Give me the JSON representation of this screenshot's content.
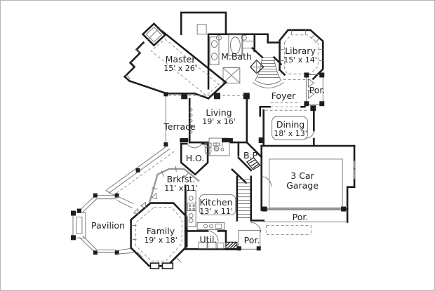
{
  "drawing": {
    "type": "house-floor-plan",
    "colors": {
      "background": "#ffffff",
      "frame_border": "#b5b5b5",
      "wall": "#1d1d1d",
      "secondary_wall": "#8f8f8f",
      "text": "#1f1f1f"
    }
  },
  "rooms": [
    {
      "id": "master",
      "line1": "Master",
      "line2": "15' x 26'"
    },
    {
      "id": "m-bath",
      "line1": "M.Bath",
      "line2": ""
    },
    {
      "id": "library",
      "line1": "Library",
      "line2": "15' x 14'"
    },
    {
      "id": "por-upper",
      "line1": "Por.",
      "line2": ""
    },
    {
      "id": "foyer",
      "line1": "Foyer",
      "line2": ""
    },
    {
      "id": "living",
      "line1": "Living",
      "line2": "19' x 16'"
    },
    {
      "id": "terrace",
      "line1": "Terrace",
      "line2": ""
    },
    {
      "id": "dining",
      "line1": "Dining",
      "line2": "18' x 13'"
    },
    {
      "id": "ho",
      "line1": "H.O.",
      "line2": ""
    },
    {
      "id": "bp",
      "line1": "B.P",
      "line2": ""
    },
    {
      "id": "brkfst",
      "line1": "Brkfst.",
      "line2": "11' x 11'"
    },
    {
      "id": "garage",
      "line1": "3 Car",
      "line2": "Garage"
    },
    {
      "id": "kitchen",
      "line1": "Kitchen",
      "line2": "13' x 11'"
    },
    {
      "id": "pavilion",
      "line1": "Pavilion",
      "line2": ""
    },
    {
      "id": "family",
      "line1": "Family",
      "line2": "19' x 18'"
    },
    {
      "id": "util",
      "line1": "Util.",
      "line2": ""
    },
    {
      "id": "por-lower",
      "line1": "Por.",
      "line2": ""
    },
    {
      "id": "por-garage",
      "line1": "Por.",
      "line2": ""
    }
  ]
}
